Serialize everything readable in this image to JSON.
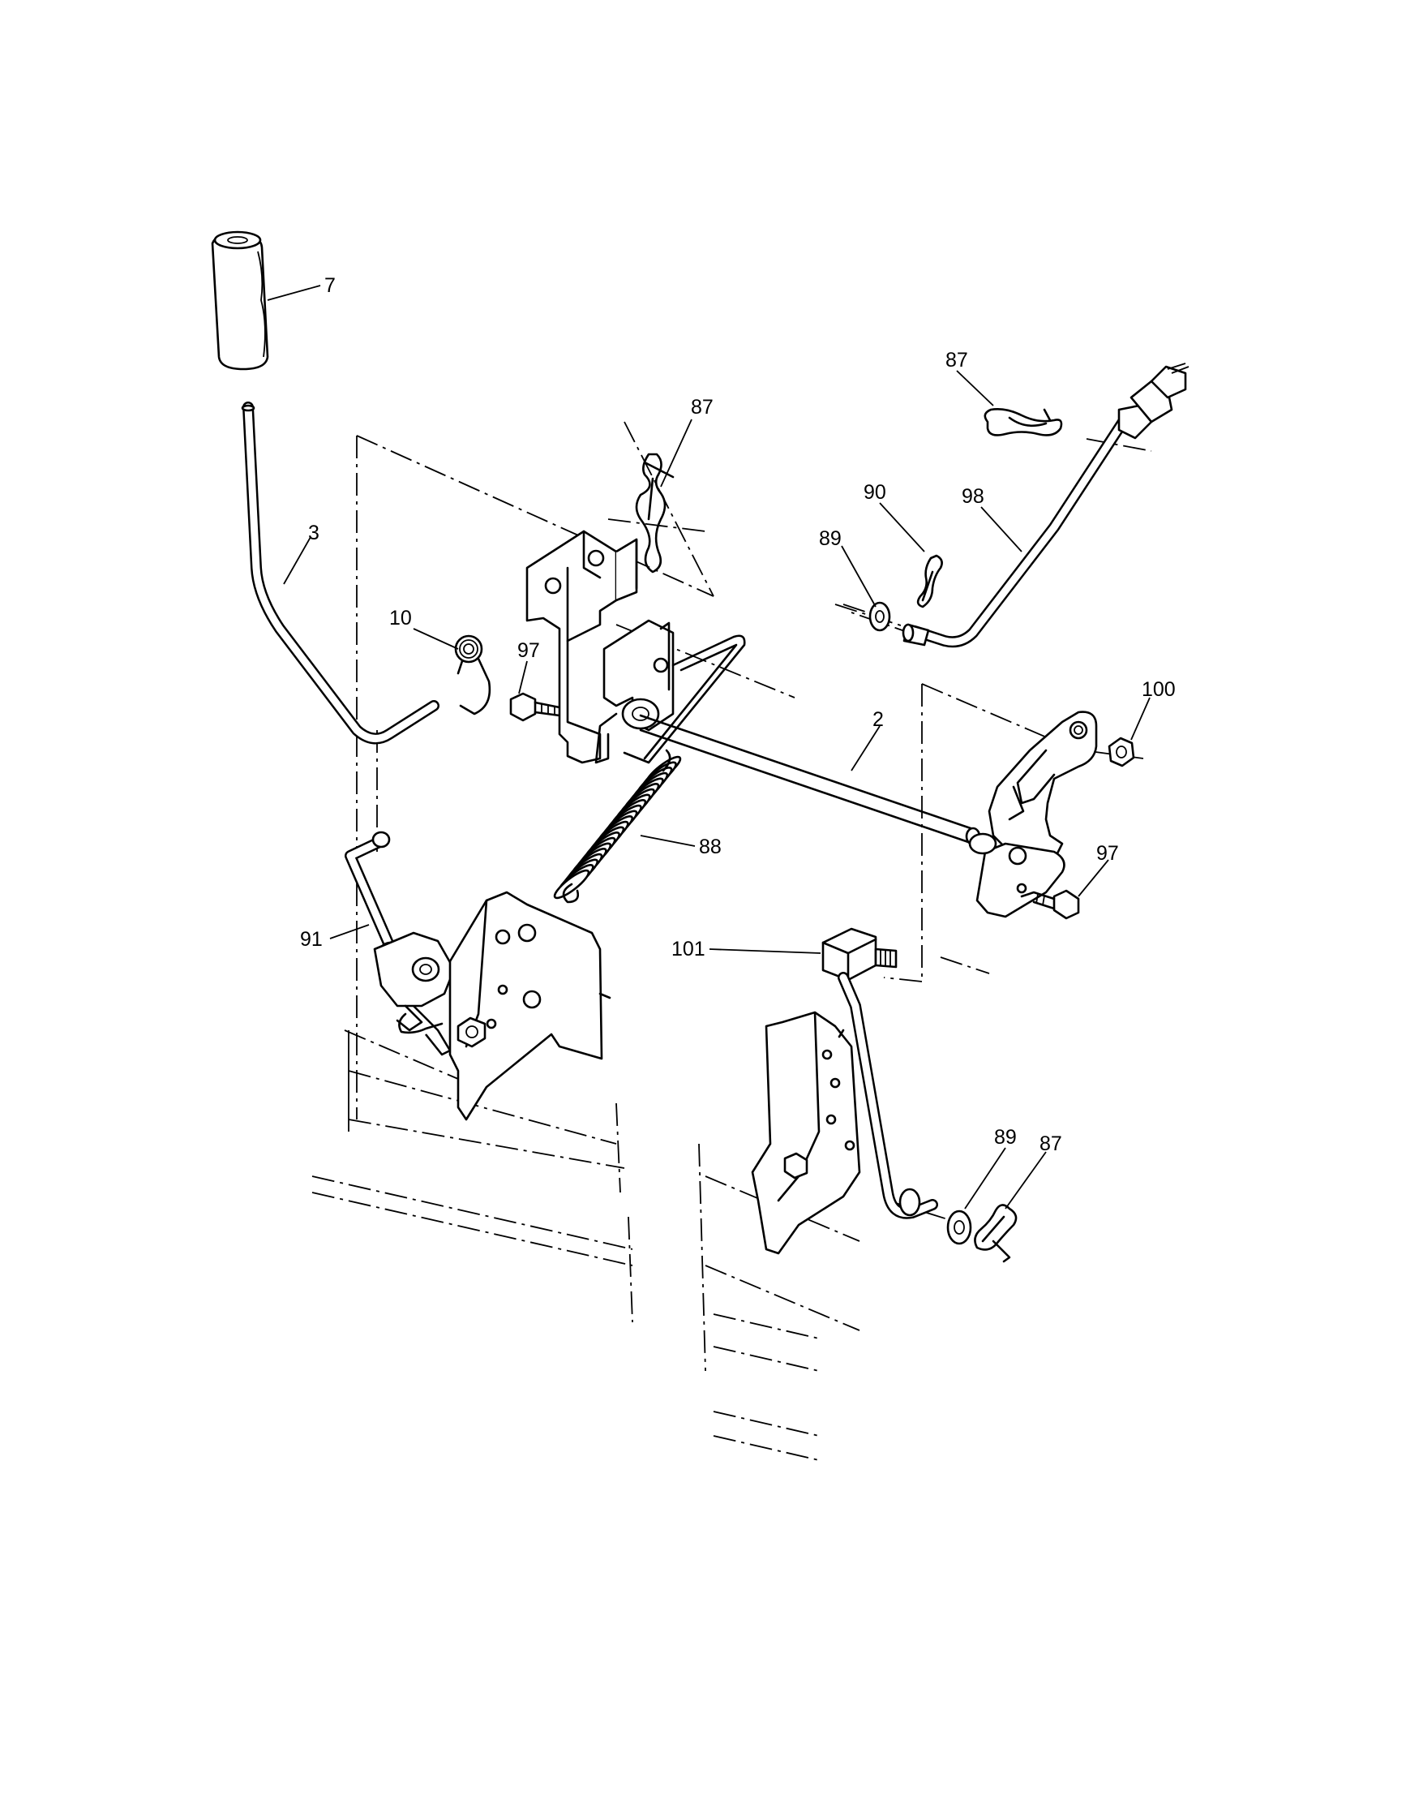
{
  "diagram": {
    "callouts": {
      "c7": "7",
      "c3": "3",
      "c87a": "87",
      "c10": "10",
      "c97a": "97",
      "c91": "91",
      "c88": "88",
      "c2": "2",
      "c87b": "87",
      "c90": "90",
      "c98": "98",
      "c89a": "89",
      "c100": "100",
      "c97b": "97",
      "c101": "101",
      "c89b": "89",
      "c87c": "87"
    }
  }
}
